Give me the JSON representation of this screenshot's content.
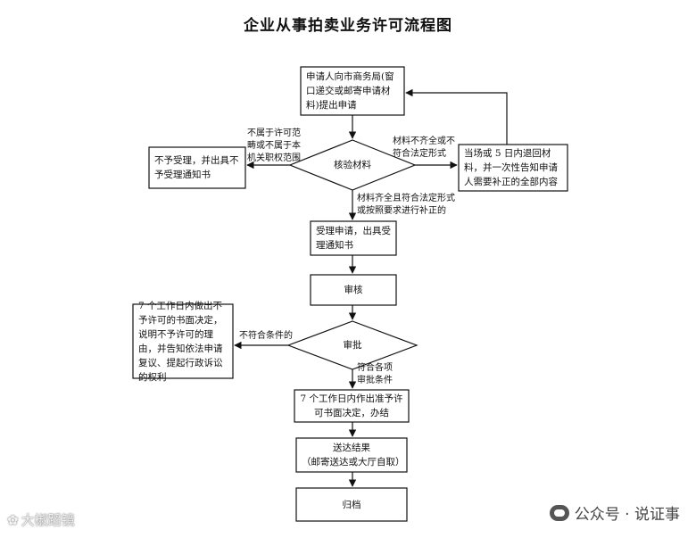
{
  "title": "企业从事拍卖业务许可流程图",
  "nodes": {
    "apply": "申请人向市商务局(窗口递交或邮寄申请材料)提出申请",
    "verify": "核验材料",
    "reject_notice": "不予受理，并出具不予受理通知书",
    "supplement": "当场或 5 日内退回材料，并一次性告知申请人需要补正的全部内容",
    "accept": "受理申请，出具受理通知书",
    "review": "审核",
    "approve": "审批",
    "deny_decision": "7 个工作日内做出不予许可的书面决定，说明不予许可的理由，并告知依法申请复议、提起行政诉讼的权利",
    "grant_decision": "7 个工作日内作出准予许可书面决定，办结",
    "deliver": "送达结果\n（邮寄送达或大厅自取）",
    "archive": "归档"
  },
  "edge_labels": {
    "out_of_scope": "不属于许可范\n畴或不属于本\n机关职权范围",
    "incomplete": "材料不齐全或不\n符合法定形式",
    "complete": "材料齐全且符合法定形式\n或按照要求进行补正的",
    "not_qualified": "不符合条件的",
    "qualified": "符合各项\n审批条件"
  },
  "watermark": {
    "right": "公众号 · 说证事",
    "left": "大椒蹈镜"
  },
  "colors": {
    "line": "#111111",
    "background": "#ffffff"
  }
}
